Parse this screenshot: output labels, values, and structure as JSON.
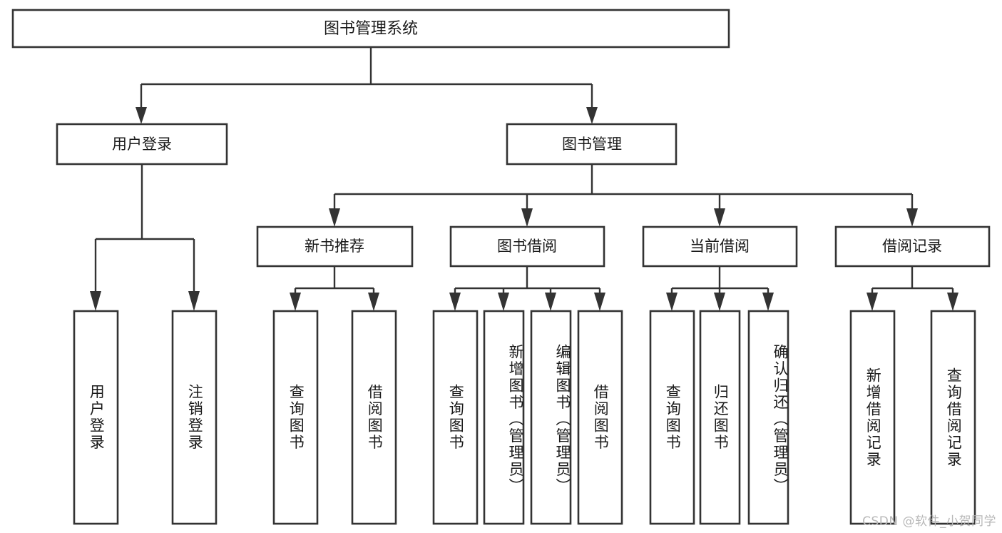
{
  "diagram": {
    "type": "tree-hierarchy",
    "title": "图书管理系统",
    "watermark": "CSDN @软件_小贺同学",
    "colors": {
      "background": "#ffffff",
      "stroke": "#333333",
      "text": "#1a1a1a",
      "watermark": "#b8b8b8"
    },
    "nodes": {
      "root": {
        "label": "图书管理系统",
        "level": 1
      },
      "user_login": {
        "label": "用户登录",
        "level": 2
      },
      "book_manage": {
        "label": "图书管理",
        "level": 2
      },
      "new_book_rec": {
        "label": "新书推荐",
        "level": 3
      },
      "book_borrow": {
        "label": "图书借阅",
        "level": 3
      },
      "current_borrow": {
        "label": "当前借阅",
        "level": 3
      },
      "borrow_record": {
        "label": "借阅记录",
        "level": 3
      },
      "leaf_user_login": {
        "label": "用户登录",
        "level": 4
      },
      "leaf_logout": {
        "label": "注销登录",
        "level": 4
      },
      "leaf_query_book_1": {
        "label": "查询图书",
        "level": 4
      },
      "leaf_borrow_book_1": {
        "label": "借阅图书",
        "level": 4
      },
      "leaf_query_book_2": {
        "label": "查询图书",
        "level": 4
      },
      "leaf_add_book": {
        "label": "新增图书（管理员）",
        "level": 4
      },
      "leaf_edit_book": {
        "label": "编辑图书（管理员）",
        "level": 4
      },
      "leaf_borrow_book_2": {
        "label": "借阅图书",
        "level": 4
      },
      "leaf_query_book_3": {
        "label": "查询图书",
        "level": 4
      },
      "leaf_return_book": {
        "label": "归还图书",
        "level": 4
      },
      "leaf_confirm_return": {
        "label": "确认归还（管理员）",
        "level": 4
      },
      "leaf_add_record": {
        "label": "新增借阅记录",
        "level": 4
      },
      "leaf_query_record": {
        "label": "查询借阅记录",
        "level": 4
      }
    },
    "edges": [
      {
        "from": "root",
        "to": "user_login"
      },
      {
        "from": "root",
        "to": "book_manage"
      },
      {
        "from": "user_login",
        "to": "leaf_user_login"
      },
      {
        "from": "user_login",
        "to": "leaf_logout"
      },
      {
        "from": "book_manage",
        "to": "new_book_rec"
      },
      {
        "from": "book_manage",
        "to": "book_borrow"
      },
      {
        "from": "book_manage",
        "to": "current_borrow"
      },
      {
        "from": "book_manage",
        "to": "borrow_record"
      },
      {
        "from": "new_book_rec",
        "to": "leaf_query_book_1"
      },
      {
        "from": "new_book_rec",
        "to": "leaf_borrow_book_1"
      },
      {
        "from": "book_borrow",
        "to": "leaf_query_book_2"
      },
      {
        "from": "book_borrow",
        "to": "leaf_add_book"
      },
      {
        "from": "book_borrow",
        "to": "leaf_edit_book"
      },
      {
        "from": "book_borrow",
        "to": "leaf_borrow_book_2"
      },
      {
        "from": "current_borrow",
        "to": "leaf_query_book_3"
      },
      {
        "from": "current_borrow",
        "to": "leaf_return_book"
      },
      {
        "from": "current_borrow",
        "to": "leaf_confirm_return"
      },
      {
        "from": "borrow_record",
        "to": "leaf_add_record"
      },
      {
        "from": "borrow_record",
        "to": "leaf_query_record"
      }
    ]
  }
}
